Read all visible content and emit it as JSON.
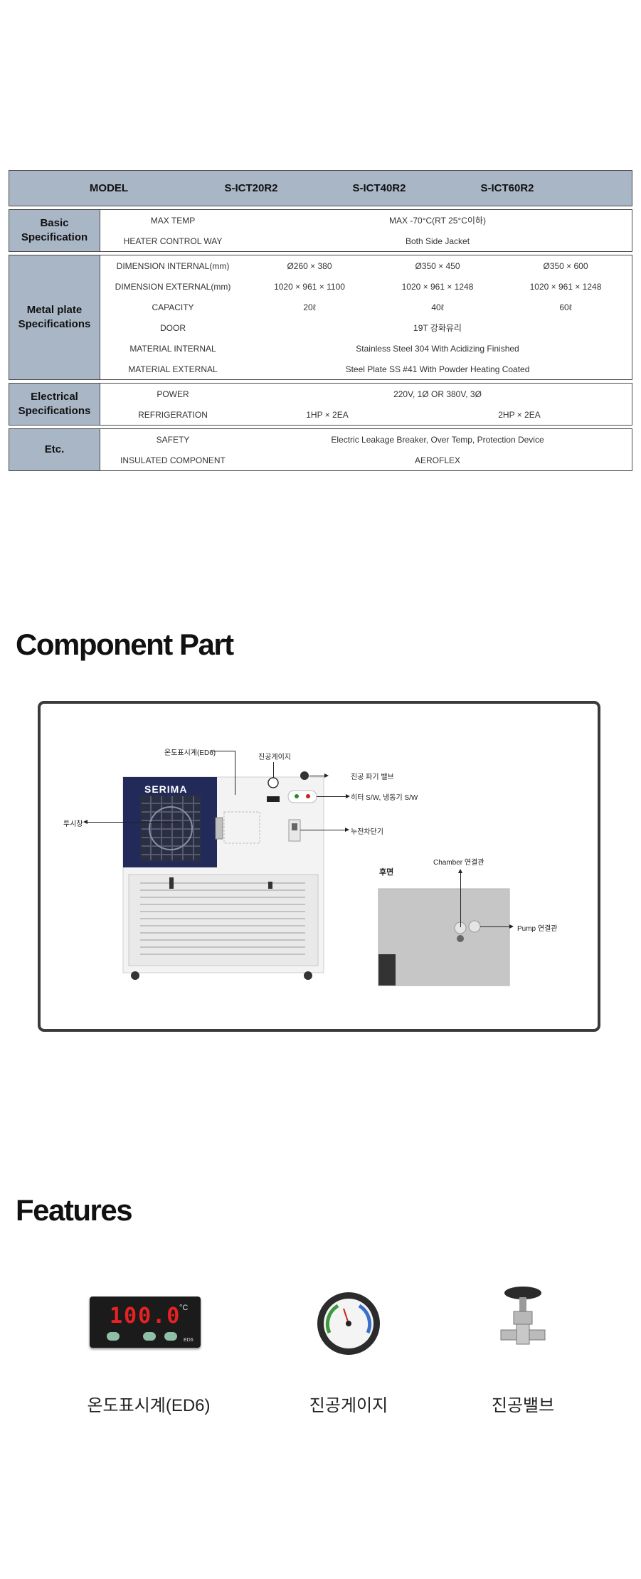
{
  "spec_table": {
    "header": {
      "model": "MODEL",
      "models": [
        "S-ICT20R2",
        "S-ICT40R2",
        "S-ICT60R2"
      ]
    },
    "groups": [
      {
        "label_line1": "Basic",
        "label_line2": "Specification",
        "rows": [
          {
            "name": "MAX TEMP",
            "value": "MAX -70°C(RT 25°C이하)"
          },
          {
            "name": "HEATER CONTROL WAY",
            "value": "Both Side Jacket"
          }
        ]
      },
      {
        "label_line1": "Metal plate",
        "label_line2": "Specifications",
        "rows": [
          {
            "name": "DIMENSION INTERNAL(mm)",
            "values": [
              "Ø260 × 380",
              "Ø350 × 450",
              "Ø350 × 600"
            ]
          },
          {
            "name": "DIMENSION EXTERNAL(mm)",
            "values": [
              "1020 × 961 × 1100",
              "1020 × 961 × 1248",
              "1020 × 961 × 1248"
            ]
          },
          {
            "name": "CAPACITY",
            "values": [
              "20ℓ",
              "40ℓ",
              "60ℓ"
            ]
          },
          {
            "name": "DOOR",
            "value": "19T 강화유리"
          },
          {
            "name": "MATERIAL INTERNAL",
            "value": "Stainless Steel 304 With Acidizing Finished"
          },
          {
            "name": "MATERIAL EXTERNAL",
            "value": "Steel Plate SS #41 With Powder Heating Coated"
          }
        ]
      },
      {
        "label_line1": "Electrical",
        "label_line2": "Specifications",
        "rows": [
          {
            "name": "POWER",
            "value": "220V, 1Ø OR 380V, 3Ø"
          },
          {
            "name": "REFRIGERATION",
            "values": [
              "1HP × 2EA",
              "2HP × 2EA"
            ]
          }
        ]
      },
      {
        "label_line1": "Etc.",
        "label_line2": "",
        "rows": [
          {
            "name": "SAFETY",
            "value": "Electric Leakage Breaker, Over Temp, Protection Device"
          },
          {
            "name": "INSULATED COMPONENT",
            "value": "AEROFLEX"
          }
        ]
      }
    ]
  },
  "component_section": {
    "title": "Component Part",
    "brand": "SERIMA",
    "labels": {
      "temp_display": "온도표시계(ED6)",
      "vacuum_gauge": "진공게이지",
      "vacuum_valve": "진공 파기 밸브",
      "heater_switch": "히터 S/W, 냉동기 S/W",
      "viewing_window": "투시창",
      "breaker": "누전차단기",
      "rear": "후면",
      "chamber_port": "Chamber 연결관",
      "pump_port": "Pump 연결관"
    }
  },
  "features_section": {
    "title": "Features",
    "items": [
      {
        "label": "온도표시계(ED6)",
        "display": "100.0",
        "unit": "°C",
        "model": "ED6"
      },
      {
        "label": "진공게이지"
      },
      {
        "label": "진공밸브"
      }
    ]
  }
}
